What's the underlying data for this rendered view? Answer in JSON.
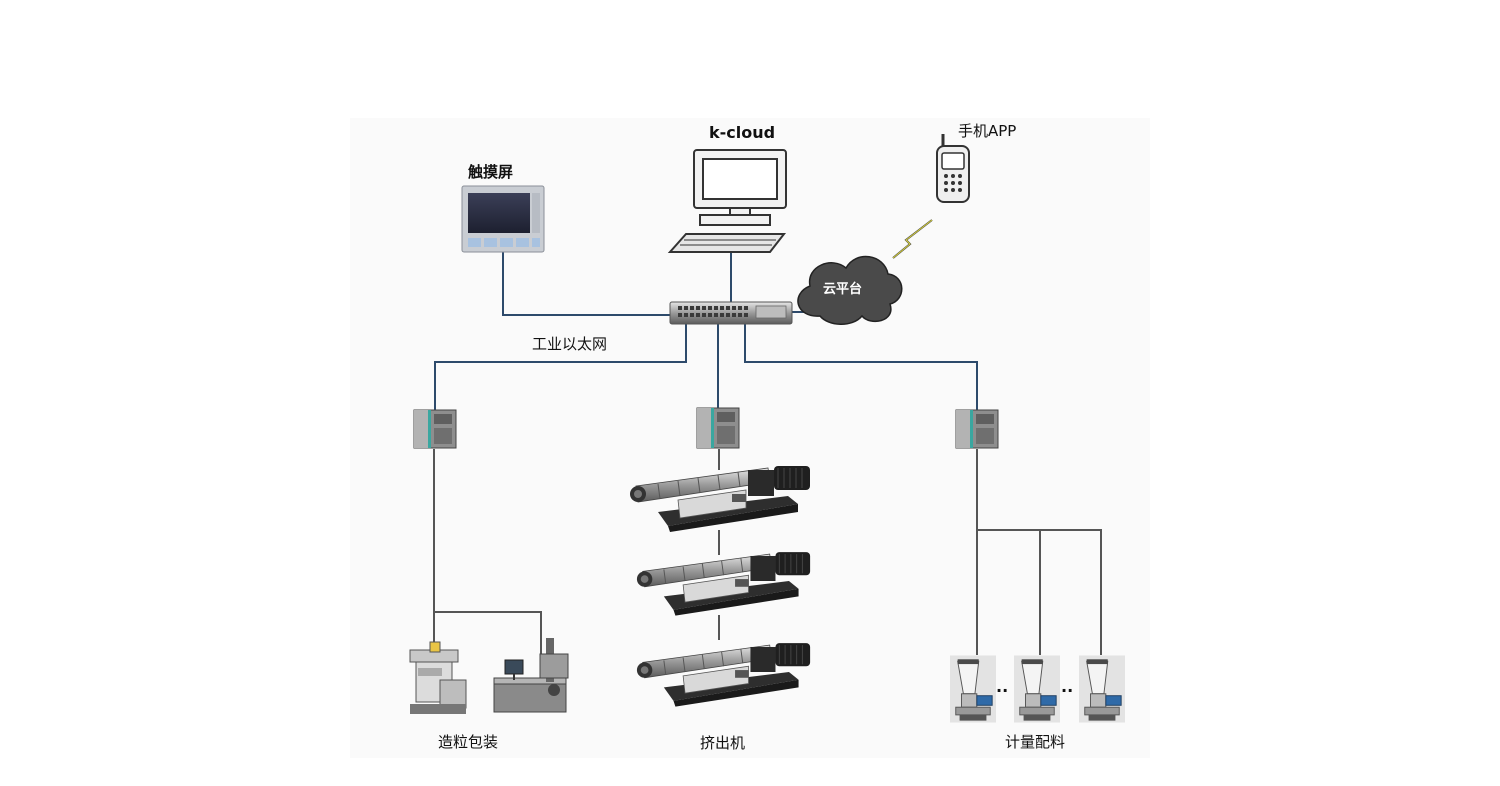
{
  "labels": {
    "kcloud": "k-cloud",
    "touch_screen": "触摸屏",
    "mobile_app": "手机APP",
    "cloud_platform": "云平台",
    "ethernet": "工业以太网",
    "pelletizing": "造粒包装",
    "extruder": "挤出机",
    "dosing": "计量配料",
    "dots": ".."
  },
  "colors": {
    "link": "#2d4a6b",
    "cable": "#555555"
  },
  "icons": [
    "monitor-computer-icon",
    "touch-panel-icon",
    "mobile-phone-icon",
    "wireless-signal-icon",
    "cloud-icon",
    "network-switch-icon",
    "plc-controller-icon",
    "twin-screw-extruder-icon",
    "pelletizer-icon",
    "packaging-machine-icon",
    "gravimetric-feeder-icon"
  ]
}
